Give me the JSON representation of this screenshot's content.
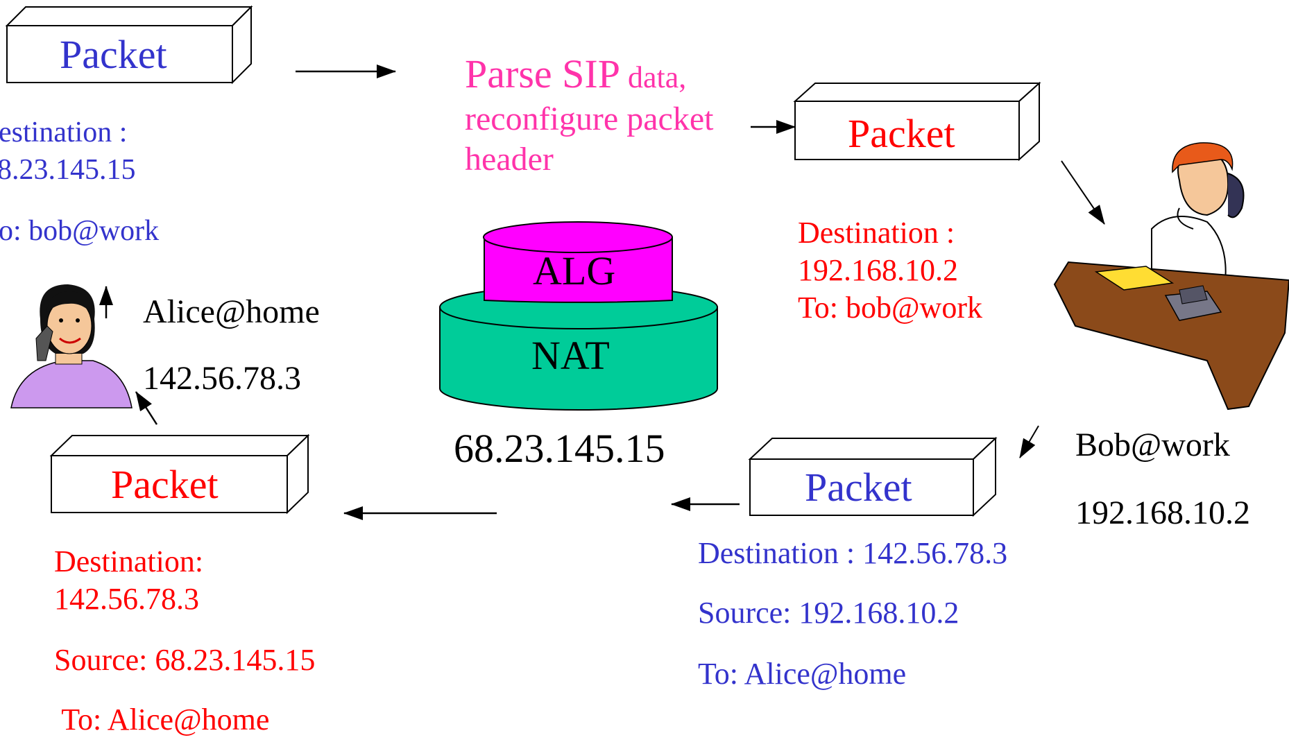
{
  "colors": {
    "blue_text": "#3333cc",
    "red_text": "#ff0000",
    "pink_text": "#ff33aa",
    "alg_fill": "#ff00ff",
    "nat_fill": "#00cc99"
  },
  "top_left": {
    "packet_label": "Packet",
    "dest_line1": "estination :",
    "dest_line2": "8.23.145.15",
    "to_line": "o: bob@work"
  },
  "parse": {
    "big_text": "Parse SIP",
    "small_text": " data,",
    "line2": "reconfigure packet",
    "line3": "header"
  },
  "top_right": {
    "packet_label": "Packet",
    "dest_line1": "Destination :",
    "dest_line2": "192.168.10.2",
    "to_line": "To: bob@work"
  },
  "gateway": {
    "alg_label": "ALG",
    "nat_label": "NAT",
    "ip": "68.23.145.15"
  },
  "alice": {
    "name": "Alice@home",
    "ip": "142.56.78.3",
    "icon": "woman-on-phone"
  },
  "bob": {
    "name": "Bob@work",
    "ip": "192.168.10.2",
    "icon": "man-on-phone-at-desk"
  },
  "bottom_left": {
    "packet_label": "Packet",
    "dest_line1": "Destination:",
    "dest_line2": "142.56.78.3",
    "source": "Source: 68.23.145.15",
    "to_line": " To: Alice@home"
  },
  "bottom_right": {
    "packet_label": "Packet",
    "dest": "Destination : 142.56.78.3",
    "source": "Source: 192.168.10.2",
    "to_line": "To: Alice@home"
  }
}
